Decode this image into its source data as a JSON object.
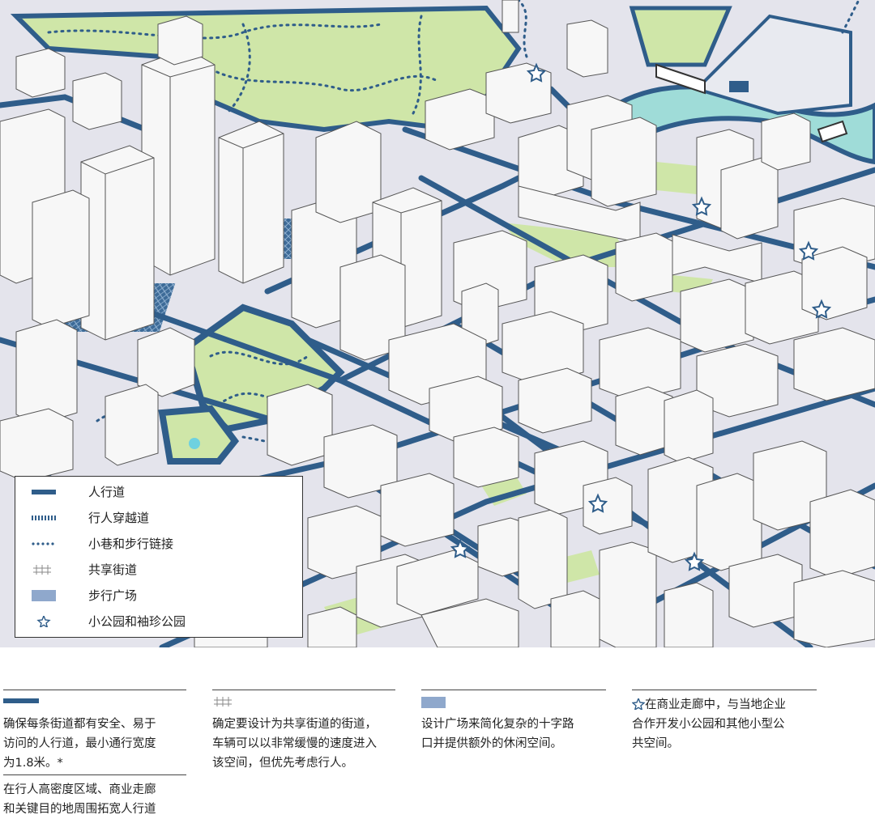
{
  "legend": {
    "items": [
      {
        "id": "sidewalk",
        "label": "人行道",
        "symbol": "solid-bar-icon"
      },
      {
        "id": "crosswalk",
        "label": "行人穿越道",
        "symbol": "hatched-bar-icon"
      },
      {
        "id": "alley",
        "label": "小巷和步行链接",
        "symbol": "dotted-line-icon"
      },
      {
        "id": "shared",
        "label": "共享街道",
        "symbol": "grid-mark-icon"
      },
      {
        "id": "plaza",
        "label": "步行广场",
        "symbol": "dotted-square-icon"
      },
      {
        "id": "park",
        "label": "小公园和袖珍公园",
        "symbol": "star-icon"
      }
    ]
  },
  "notes": [
    {
      "id": "note1",
      "lines": [
        "确保每条街道都有安全、易于",
        "访问的人行道，最小通行宽度",
        "为1.8米。*"
      ]
    },
    {
      "id": "note1b",
      "lines": [
        "在行人高密度区域、商业走廊",
        "和关键目的地周围拓宽人行道"
      ]
    },
    {
      "id": "note2",
      "lines": [
        "确定要设计为共享街道的街道，",
        "车辆可以以非常缓慢的速度进入",
        "该空间，但优先考虑行人。"
      ]
    },
    {
      "id": "note3",
      "lines": [
        "设计广场来简化复杂的十字路",
        "口并提供额外的休闲空间。"
      ]
    },
    {
      "id": "note4",
      "lines": [
        "在商业走廊中，与当地企业",
        "合作开发小公园和其他小型公",
        "共空间。"
      ]
    }
  ],
  "colors": {
    "street": "#2f5d8a",
    "park": "#cfe6a8",
    "water": "#9fdcd8",
    "building": "#f7f7f7",
    "outline": "#555555",
    "ground": "#e4e4ec"
  }
}
